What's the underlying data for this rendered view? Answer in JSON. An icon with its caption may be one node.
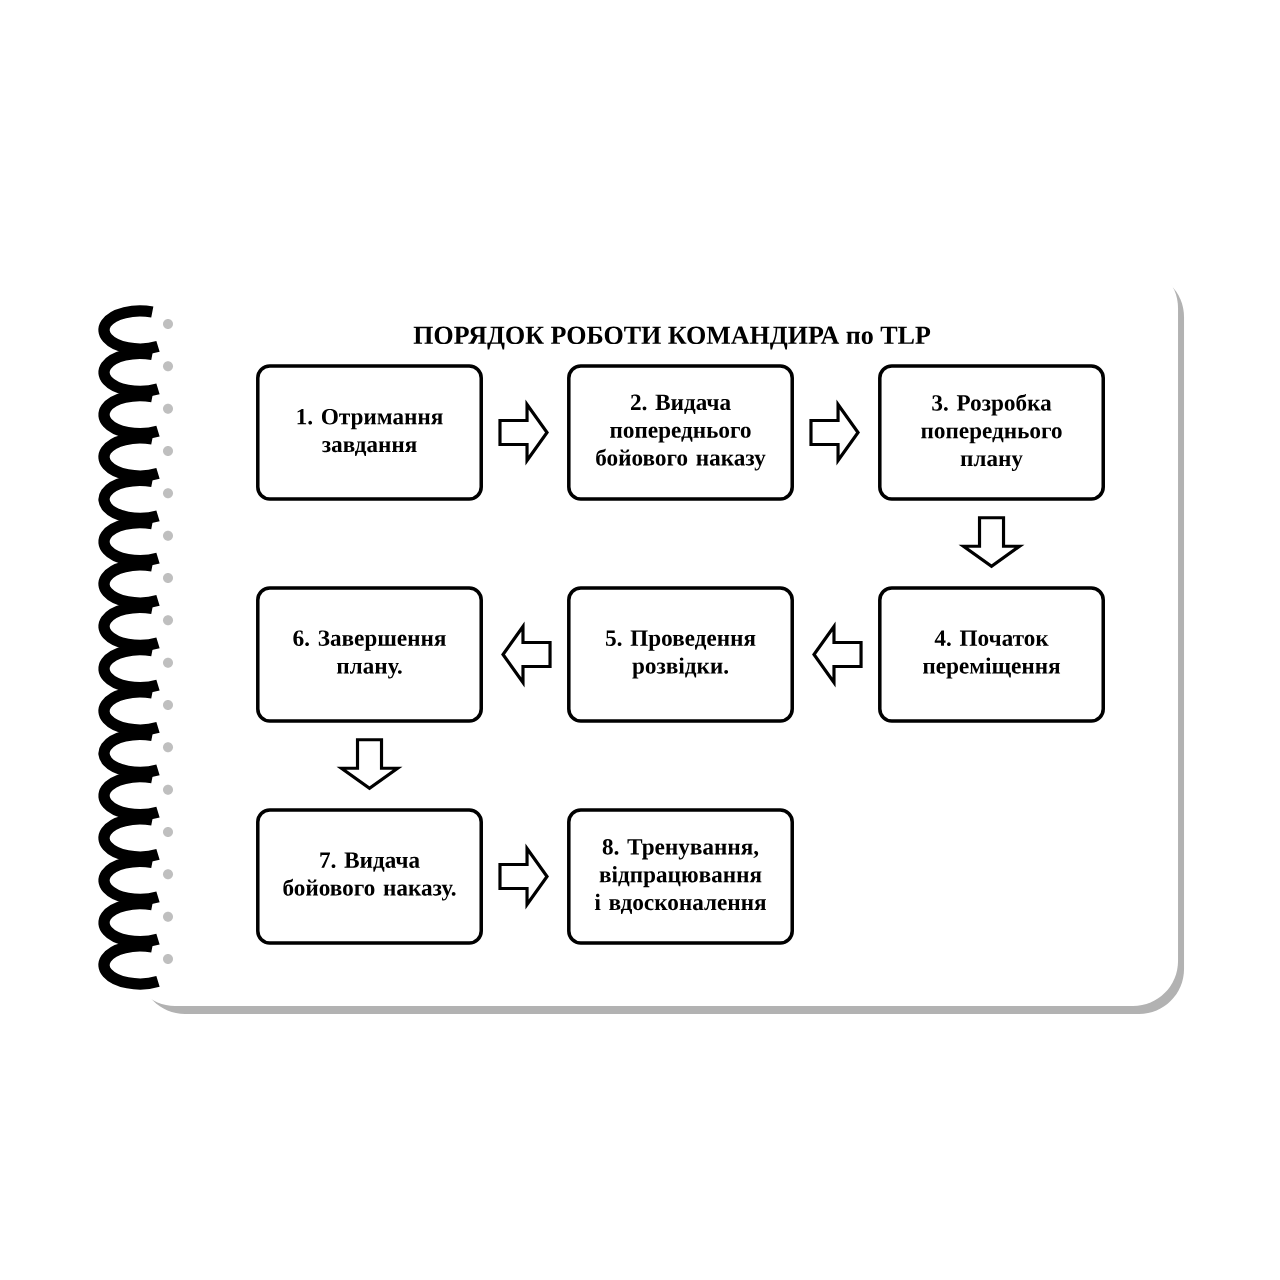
{
  "diagram": {
    "title": "ПОРЯДОК РОБОТИ КОМАНДИРА по TLP",
    "nodes": [
      {
        "text": [
          "1. Отримання завдання"
        ]
      },
      {
        "text": [
          "2. Видача попереднього бойового наказу"
        ]
      },
      {
        "text": [
          "3. Розробка попереднього плану"
        ]
      },
      {
        "text": [
          "4. Початок переміщення"
        ]
      },
      {
        "text": [
          "5. Проведення розвідки."
        ]
      },
      {
        "text": [
          "6. Завершення плану."
        ]
      },
      {
        "text": [
          "7. Видача бойового наказу."
        ]
      },
      {
        "text": [
          "8. Тренування, відпрацювання і вдосконалення"
        ]
      }
    ],
    "edges": [
      {
        "from": 0,
        "to": 1,
        "arrow": "to"
      },
      {
        "from": 1,
        "to": 2,
        "arrow": "to"
      },
      {
        "from": 2,
        "to": 3,
        "arrow": "to"
      },
      {
        "from": 3,
        "to": 4,
        "arrow": "to"
      },
      {
        "from": 4,
        "to": 5,
        "arrow": "to"
      },
      {
        "from": 5,
        "to": 6,
        "arrow": "to"
      },
      {
        "from": 6,
        "to": 7,
        "arrow": "to"
      }
    ]
  }
}
